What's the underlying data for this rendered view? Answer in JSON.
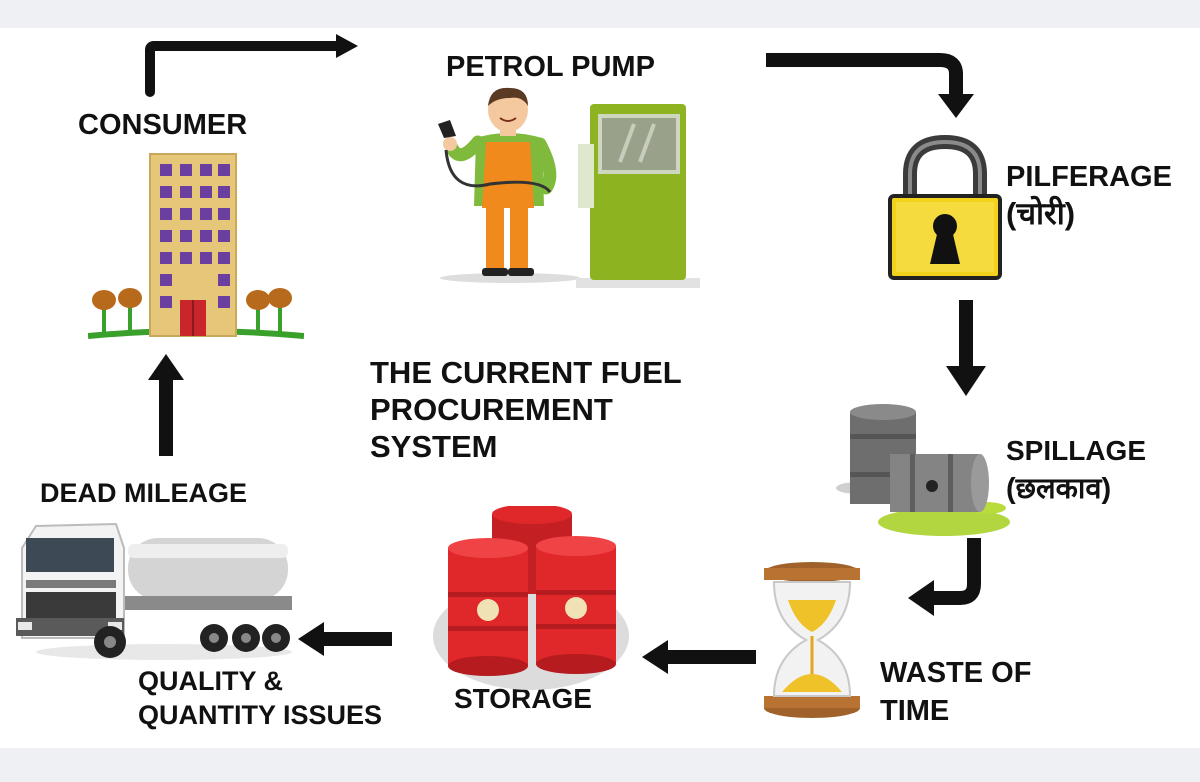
{
  "diagram": {
    "title_lines": [
      "THE CURRENT FUEL",
      "PROCUREMENT",
      "SYSTEM"
    ],
    "nodes": {
      "petrol_pump": "PETROL PUMP",
      "pilferage": "PILFERAGE",
      "pilferage_hindi": "(चोरी)",
      "spillage": "SPILLAGE",
      "spillage_hindi": "(छलकाव)",
      "waste_of_time_1": "WASTE OF",
      "waste_of_time_2": "TIME",
      "storage": "STORAGE",
      "quality_1": "QUALITY &",
      "quality_2": "QUANTITY ISSUES",
      "dead_mileage": "DEAD MILEAGE",
      "consumer": "CONSUMER"
    },
    "icons": [
      "attendant-icon",
      "fuel-dispenser-icon",
      "padlock-icon",
      "barrels-icon",
      "hourglass-icon",
      "storage-drums-icon",
      "tanker-truck-icon",
      "building-icon"
    ],
    "colors": {
      "arrow": "#111111",
      "dispenser": "#8db321",
      "lock_body": "#f3d21b",
      "barrel_red": "#e0272a",
      "building": "#e6c77a",
      "window": "#6b3fa0"
    }
  }
}
